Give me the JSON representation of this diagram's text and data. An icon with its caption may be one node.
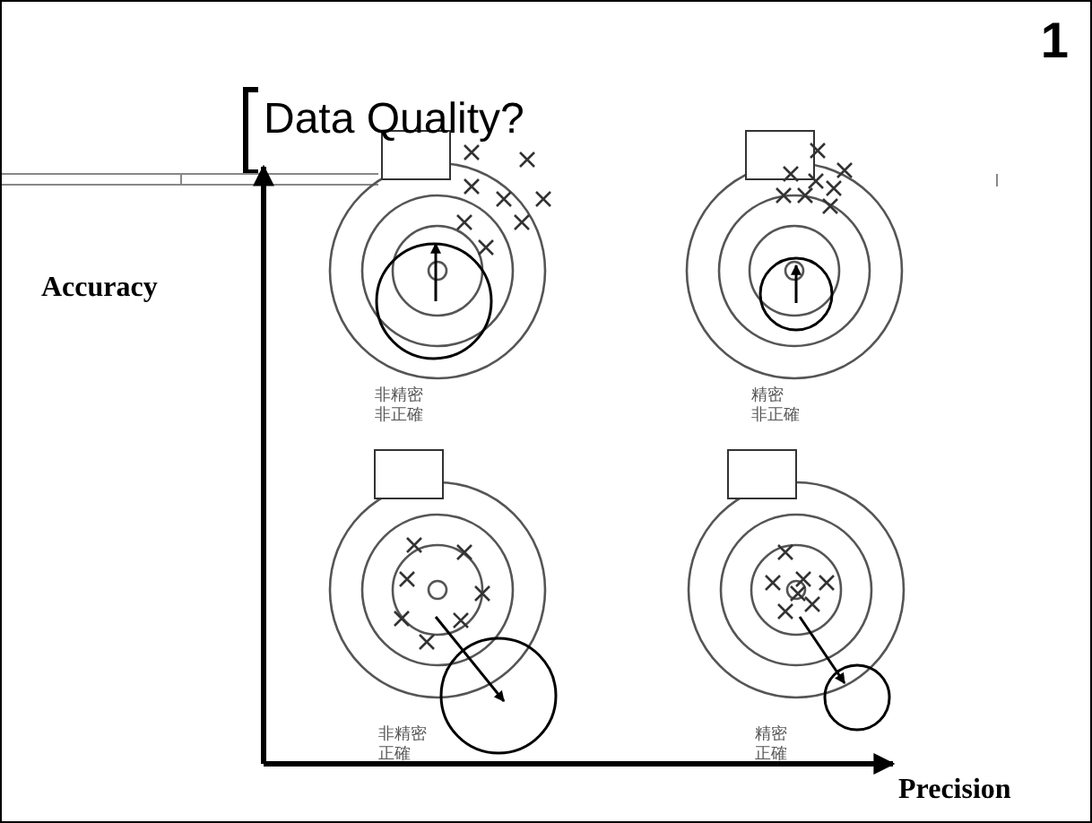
{
  "diagram": {
    "title": "Data Quality?",
    "labels": [
      "1",
      "Accuracy",
      "非精密非正確",
      "精密非正確",
      "非精密正確",
      "精密正確",
      "Precision"
    ]
  }
}
